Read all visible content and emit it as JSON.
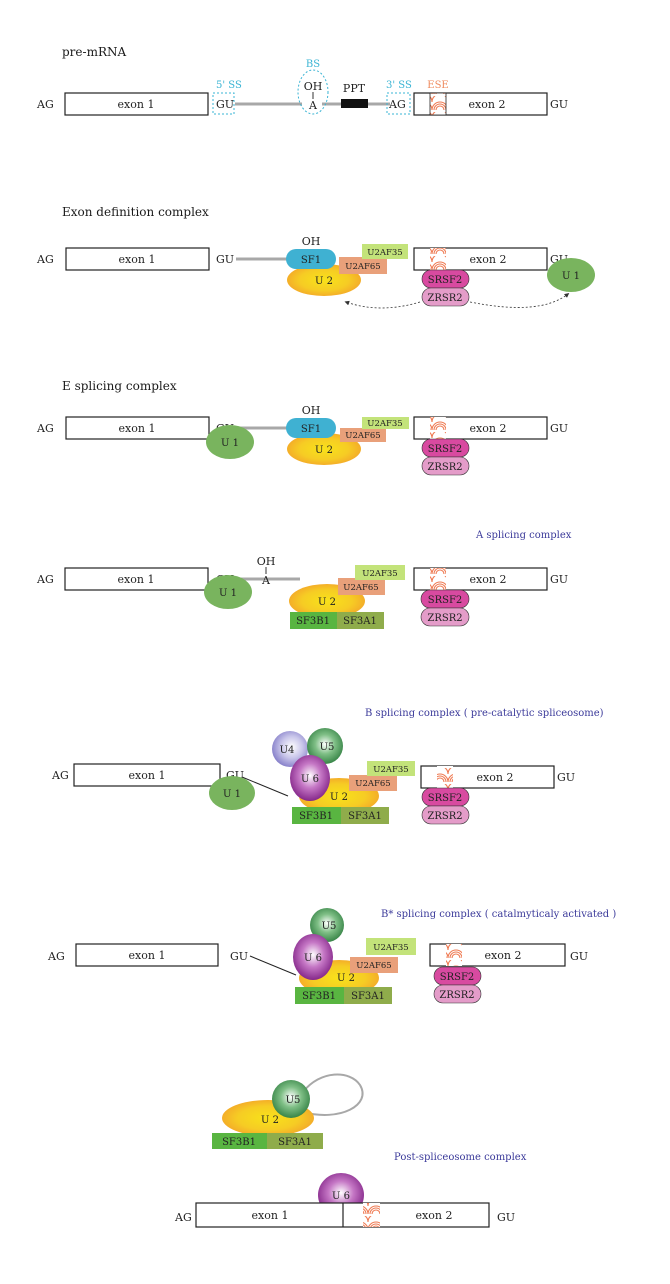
{
  "colors": {
    "exon_border": "#222222",
    "intron_line": "#a8a8a8",
    "splice_site_cyan": "#3ab4d4",
    "ese_orange": "#ef8a5e",
    "sf1_blue": "#3fb1d2",
    "u2af35_lime": "#c3e37a",
    "u2af65_salmon": "#e9a07a",
    "u2_yellow": "#f6d21e",
    "u2_orange": "#f5a623",
    "srsf2_magenta": "#d84aa0",
    "zrsr2_pink": "#e49cc9",
    "u1_green": "#79b45e",
    "sf3b1_green": "#59b541",
    "sf3a1_olive": "#8fac4b",
    "u4_lavender": "#9d98d6",
    "u5_green": "#3c8a4b",
    "u6_purple": "#8d2a8f",
    "stage_title_blue": "#3b3a9a"
  },
  "common": {
    "ag": "AG",
    "gu": "GU",
    "exon1": "exon 1",
    "exon2": "exon 2",
    "oh": "OH",
    "a": "A",
    "sf1": "SF1",
    "u2": "U 2",
    "u2af35": "U2AF35",
    "u2af65": "U2AF65",
    "srsf2": "SRSF2",
    "zrsr2": "ZRSR2",
    "u1": "U 1",
    "sf3b1": "SF3B1",
    "sf3a1": "SF3A1",
    "u4": "U4",
    "u5": "U5",
    "u6": "U 6"
  },
  "stages": [
    {
      "title": "pre-mRNA",
      "labels": {
        "ss5": "5' SS",
        "bs": "BS",
        "ppt": "PPT",
        "ss3": "3' SS",
        "ese": "ESE",
        "ag3": "AG"
      }
    },
    {
      "title": "Exon definition complex"
    },
    {
      "title": "E splicing complex"
    },
    {
      "title": "A splicing complex"
    },
    {
      "title": "B splicing complex ( pre-catalytic spliceosome)"
    },
    {
      "title": "B* splicing complex ( catalmyticaly activated )"
    },
    {
      "title": "Post-spliceosome complex"
    }
  ]
}
